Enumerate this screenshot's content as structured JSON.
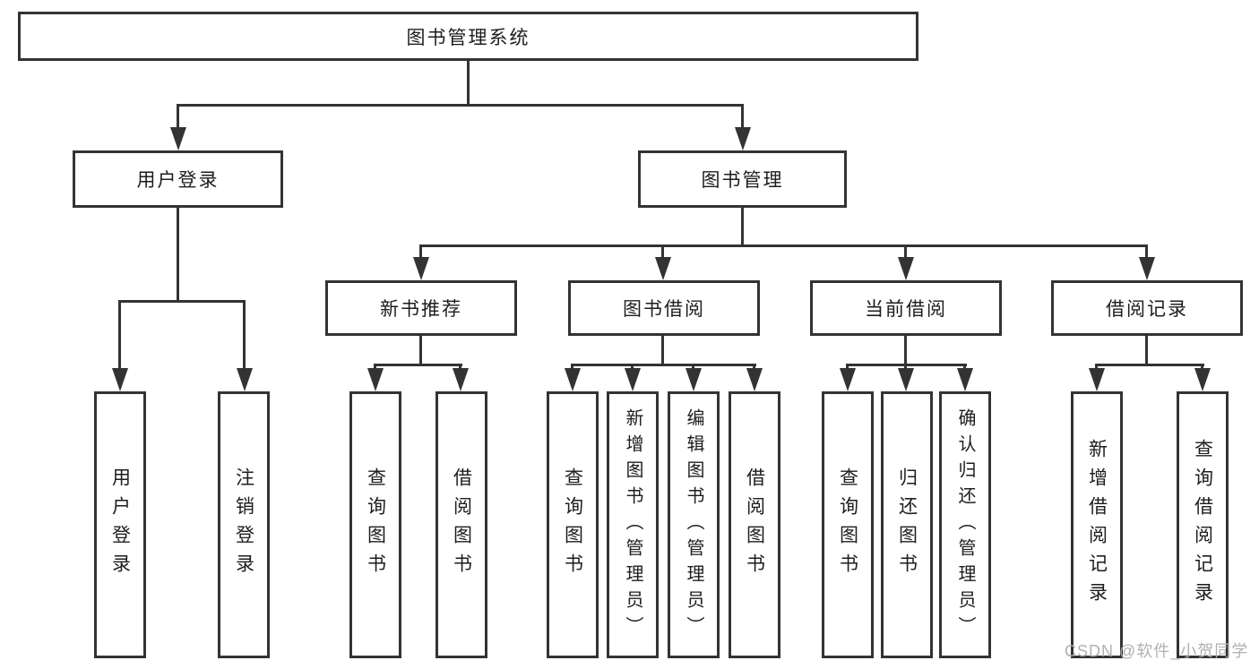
{
  "title": "图书管理系统",
  "colors": {
    "line": "#333333",
    "text": "#1d1d1d",
    "watermark": "#b0b0b0",
    "background": "#ffffff"
  },
  "tree": {
    "root": {
      "label": "图书管理系统"
    },
    "branches": [
      {
        "label": "用户登录",
        "children": [
          {
            "label": "用户登录"
          },
          {
            "label": "注销登录"
          }
        ]
      },
      {
        "label": "图书管理",
        "sections": [
          {
            "label": "新书推荐",
            "children": [
              {
                "label": "查询图书"
              },
              {
                "label": "借阅图书"
              }
            ]
          },
          {
            "label": "图书借阅",
            "children": [
              {
                "label": "查询图书"
              },
              {
                "label": "新增图书（管理员）"
              },
              {
                "label": "编辑图书（管理员）"
              },
              {
                "label": "借阅图书"
              }
            ]
          },
          {
            "label": "当前借阅",
            "children": [
              {
                "label": "查询图书"
              },
              {
                "label": "归还图书"
              },
              {
                "label": "确认归还（管理员）"
              }
            ]
          },
          {
            "label": "借阅记录",
            "children": [
              {
                "label": "新增借阅记录"
              },
              {
                "label": "查询借阅记录"
              }
            ]
          }
        ]
      }
    ]
  },
  "watermark": {
    "text": "CSDN @软件_小贺同学"
  }
}
